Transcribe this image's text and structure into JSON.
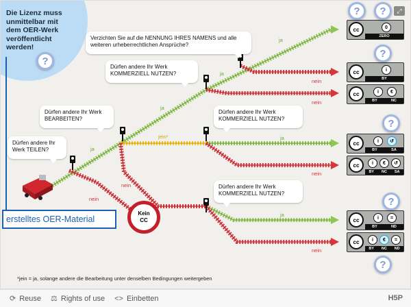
{
  "corner": {
    "text": "Die Lizenz muss unmittelbar mit dem OER-Werk veröffentlicht werden!"
  },
  "questions": {
    "q_teilen": "Dürfen andere Ihr Werk TEILEN?",
    "q_bearbeiten": "Dürfen andere Ihr Werk BEARBEITEN?",
    "q_kommerziell_1": "Dürfen andere Ihr Werk KOMMERZIELL NUTZEN?",
    "q_kommerziell_2": "Dürfen andere Ihr Werk KOMMERZIELL NUTZEN?",
    "q_kommerziell_3": "Dürfen andere Ihr Werk KOMMERZIELL NUTZEN?",
    "q_verzicht": "Verzichten Sie auf die NENNUNG IHRES NAMENS und alle weiteren urheberrechtlichen Ansprüche?"
  },
  "labels": {
    "ja": "ja",
    "nein": "nein",
    "jein": "jein*"
  },
  "start_label": "erstelltes OER-Material",
  "kein_cc": {
    "line1": "Kein",
    "line2": "CC"
  },
  "licenses": [
    {
      "name": "CC0",
      "icons": [
        "0"
      ],
      "codes": [
        "ZERO"
      ]
    },
    {
      "name": "CC BY",
      "icons": [
        "i"
      ],
      "codes": [
        "BY"
      ]
    },
    {
      "name": "CC BY-NC",
      "icons": [
        "i",
        "€"
      ],
      "codes": [
        "BY",
        "NC"
      ]
    },
    {
      "name": "CC BY-SA",
      "icons": [
        "i",
        "↺"
      ],
      "codes": [
        "BY",
        "SA"
      ]
    },
    {
      "name": "CC BY-NC-SA",
      "icons": [
        "i",
        "€",
        "↺"
      ],
      "codes": [
        "BY",
        "NC",
        "SA"
      ]
    },
    {
      "name": "CC BY-ND",
      "icons": [
        "i",
        "="
      ],
      "codes": [
        "BY",
        "ND"
      ]
    },
    {
      "name": "CC BY-NC-ND",
      "icons": [
        "i",
        "€",
        "="
      ],
      "codes": [
        "BY",
        "NC",
        "ND"
      ]
    }
  ],
  "cc_mark": "cc",
  "footnote": "*jein = ja, solange andere die Bearbeitung unter denselben Bedingungen weitergeben",
  "help_mark": "?",
  "bottom_bar": {
    "reuse": "Reuse",
    "rights": "Rights of use",
    "embed": "Einbetten",
    "brand": "H5P"
  },
  "colors": {
    "yes_track": "#8fc550",
    "no_track": "#d8343c",
    "jein_track": "#f0c330",
    "help_ring": "#9fb6e3",
    "start_border": "#1b5fb3"
  },
  "icon_names": [
    "expand-icon",
    "reuse-icon",
    "rights-icon",
    "embed-icon",
    "train-icon",
    "signal-icon"
  ]
}
